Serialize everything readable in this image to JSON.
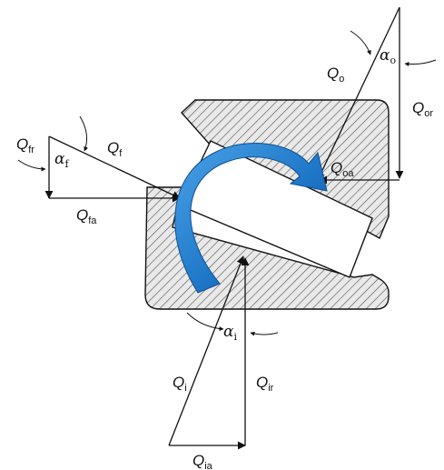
{
  "labels": {
    "q_fr": {
      "main": "Q",
      "sub": "fr"
    },
    "alpha_f": {
      "main": "α",
      "sub": "f"
    },
    "q_f": {
      "main": "Q",
      "sub": "f"
    },
    "q_fa": {
      "main": "Q",
      "sub": "fa"
    },
    "q_o": {
      "main": "Q",
      "sub": "o"
    },
    "alpha_o": {
      "main": "α",
      "sub": "o"
    },
    "q_or": {
      "main": "Q",
      "sub": "or"
    },
    "q_oa": {
      "main": "Q",
      "sub": "oa"
    },
    "alpha_i": {
      "main": "α",
      "sub": "i"
    },
    "q_i": {
      "main": "Q",
      "sub": "i"
    },
    "q_ir": {
      "main": "Q",
      "sub": "ir"
    },
    "q_ia": {
      "main": "Q",
      "sub": "ia"
    }
  },
  "colors": {
    "ink": "#111111",
    "hatch": "#555555",
    "housing_fill": "#e6e6e6",
    "rotation_arrow": "#1f77c8",
    "rotation_arrow_dark": "#0e4f94",
    "rotation_arrow_light": "#4aa3e6"
  },
  "icons": {
    "rotation": "curved-rotation-arrow"
  }
}
